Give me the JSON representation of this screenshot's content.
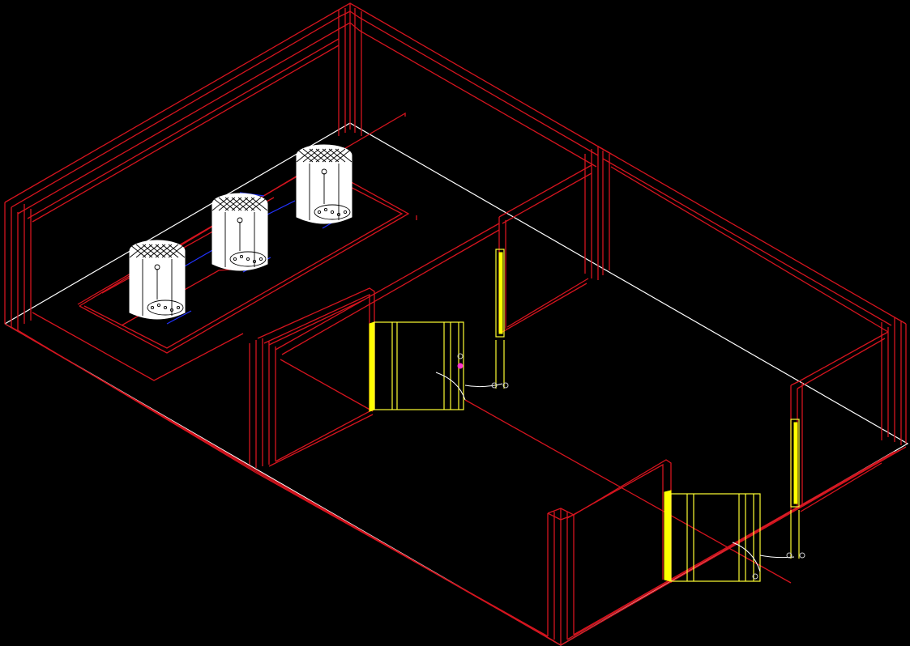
{
  "drawing": {
    "colors": {
      "background": "#000000",
      "walls": "#d4141e",
      "floor_outline": "#ffffff",
      "doors": "#ffff33",
      "fixtures": "#ffffff",
      "blue_lines": "#2233ff",
      "marker": "#ff33cc"
    },
    "elements": {
      "fixture_count": 3,
      "door_count": 2,
      "partition_count": 2
    }
  }
}
